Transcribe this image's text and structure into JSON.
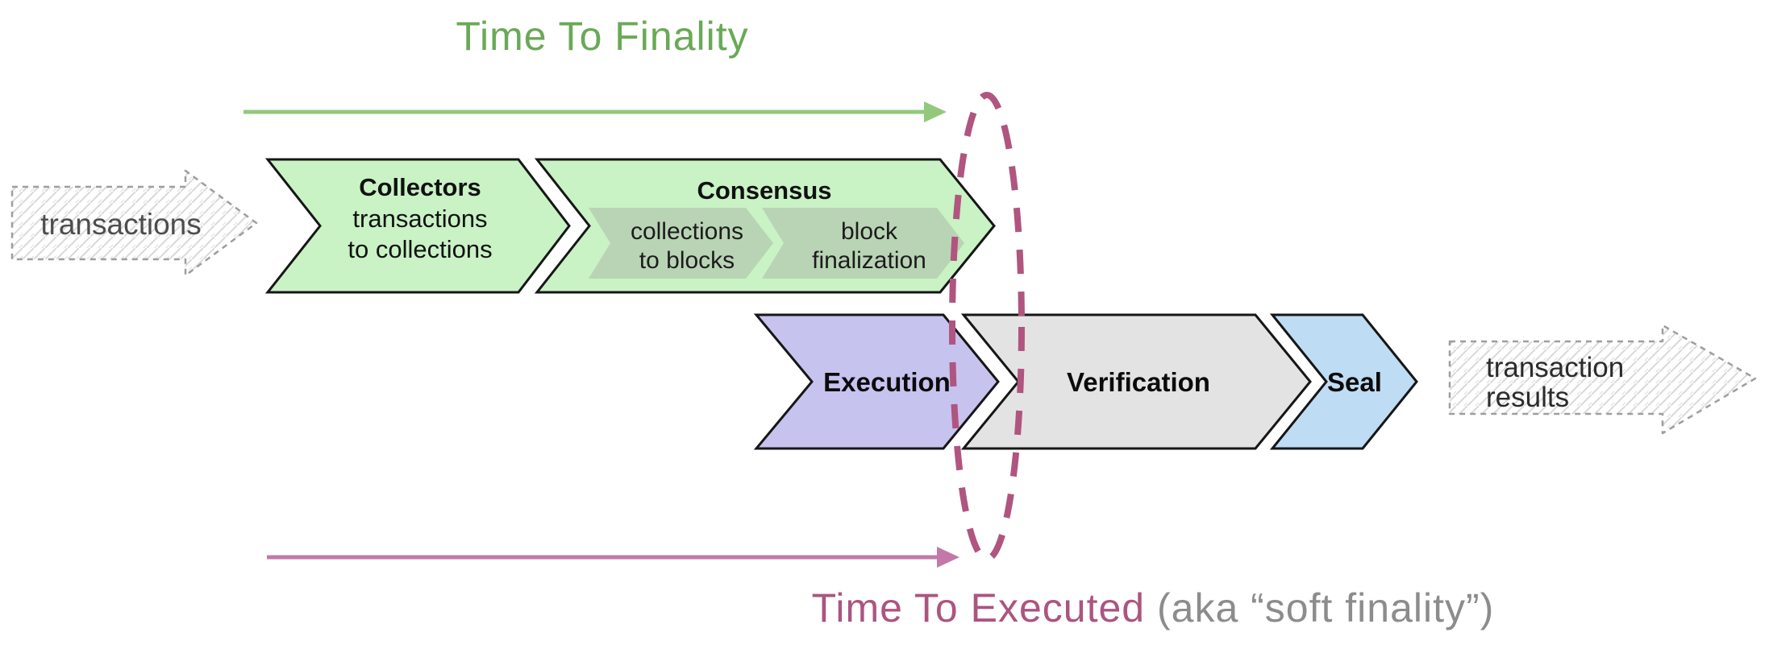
{
  "annotations": {
    "time_to_finality": "Time To Finality",
    "time_to_executed": "Time To Executed",
    "soft_finality": " (aka “soft finality”)"
  },
  "io": {
    "input_label": "transactions",
    "output_line1": "transaction",
    "output_line2": "results"
  },
  "stages": {
    "collectors": {
      "title": "Collectors",
      "line1": "transactions",
      "line2": "to collections"
    },
    "consensus": {
      "title": "Consensus",
      "substeps": [
        {
          "line1": "collections",
          "line2": "to blocks"
        },
        {
          "line1": "block",
          "line2": "finalization"
        }
      ]
    },
    "execution": {
      "title": "Execution"
    },
    "verification": {
      "title": "Verification"
    },
    "seal": {
      "title": "Seal"
    }
  },
  "colors": {
    "title_green": "#69a957",
    "arrow_green": "#93c87d",
    "chevron_green": "#c9f2c5",
    "subchevron_green": "#b9d4b5",
    "execution_purple": "#c7c3ef",
    "verification_gray": "#e3e3e3",
    "seal_blue": "#bfdcf5",
    "ellipse_pink": "#b0557f",
    "arrow_pink": "#c279a8",
    "executed_pink": "#ac5480",
    "soft_finality_gray": "#8c8c8c"
  }
}
